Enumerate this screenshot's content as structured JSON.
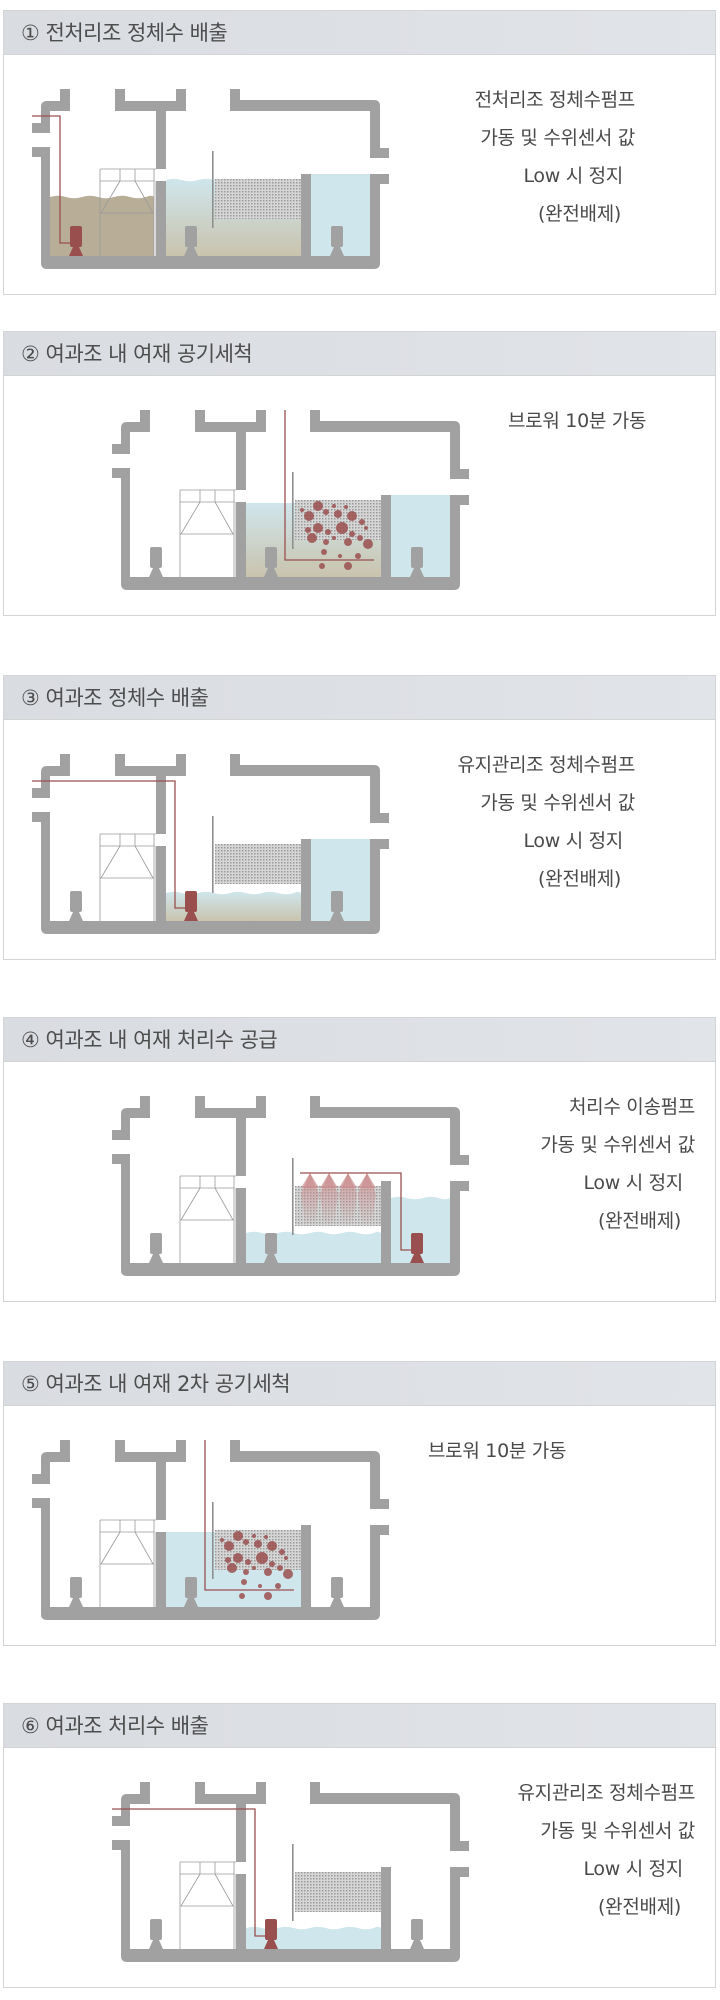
{
  "colors": {
    "wall": "#a1a1a1",
    "water": "#cfe6ec",
    "sludge": "#b8ad97",
    "pipe": "#9a4f4f",
    "header": "#dcdfe4"
  },
  "panels": [
    {
      "title": "① 전처리조 정체수 배출",
      "lines": [
        "전처리조 정체수펌프",
        "가동 및 수위센서 값",
        "Low 시 정지",
        "(완전배제)"
      ]
    },
    {
      "title": "② 여과조 내 여재 공기세척",
      "lines": [
        "브로워 10분 가동"
      ]
    },
    {
      "title": "③ 여과조 정체수 배출",
      "lines": [
        "유지관리조 정체수펌프",
        "가동 및 수위센서 값",
        "Low 시 정지",
        "(완전배제)"
      ]
    },
    {
      "title": "④ 여과조 내 여재 처리수 공급",
      "lines": [
        "처리수 이송펌프",
        "가동 및 수위센서 값",
        "Low 시 정지",
        "(완전배제)"
      ]
    },
    {
      "title": "⑤ 여과조 내 여재 2차 공기세척",
      "lines": [
        "브로워 10분 가동"
      ]
    },
    {
      "title": "⑥ 여과조 처리수 배출",
      "lines": [
        "유지관리조 정체수펌프",
        "가동 및 수위센서 값",
        "Low 시 정지",
        "(완전배제)"
      ]
    }
  ]
}
